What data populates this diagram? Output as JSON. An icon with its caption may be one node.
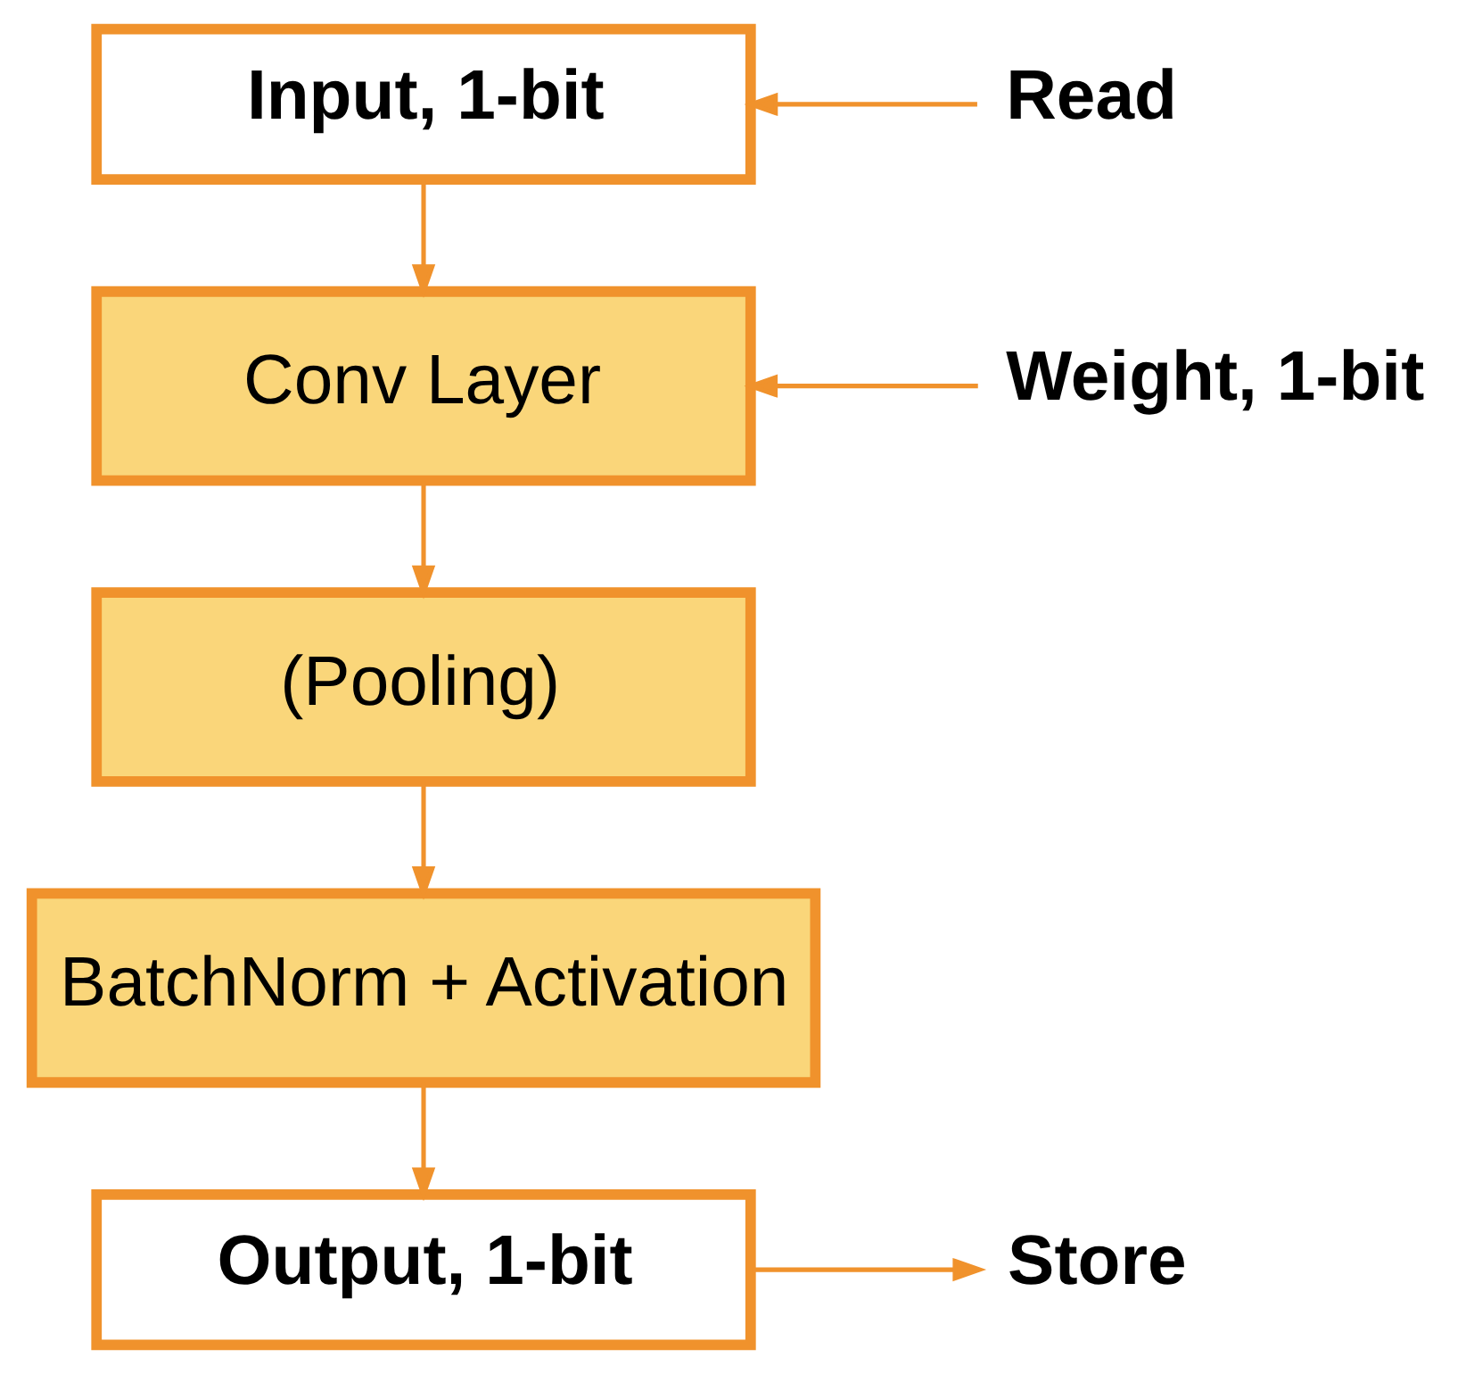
{
  "diagram": {
    "nodes": [
      {
        "text": [
          "Input, 1-bit"
        ]
      },
      {
        "text": [
          "Conv Layer"
        ]
      },
      {
        "text": [
          "(Pooling)"
        ]
      },
      {
        "text": [
          "BatchNorm + Activation"
        ]
      },
      {
        "text": [
          "Output, 1-bit"
        ]
      },
      {
        "text": [
          "Read"
        ]
      },
      {
        "text": [
          "Weight, 1-bit"
        ]
      },
      {
        "text": [
          "Store"
        ]
      }
    ],
    "edges": [
      {
        "from": 0,
        "to": 1,
        "arrow": "to"
      },
      {
        "from": 1,
        "to": 2,
        "arrow": "to"
      },
      {
        "from": 2,
        "to": 3,
        "arrow": "to"
      },
      {
        "from": 3,
        "to": 4,
        "arrow": "to"
      },
      {
        "from": 5,
        "to": 0,
        "arrow": "to"
      },
      {
        "from": 6,
        "to": 1,
        "arrow": "to"
      },
      {
        "from": 4,
        "to": 7,
        "arrow": "to"
      }
    ]
  }
}
